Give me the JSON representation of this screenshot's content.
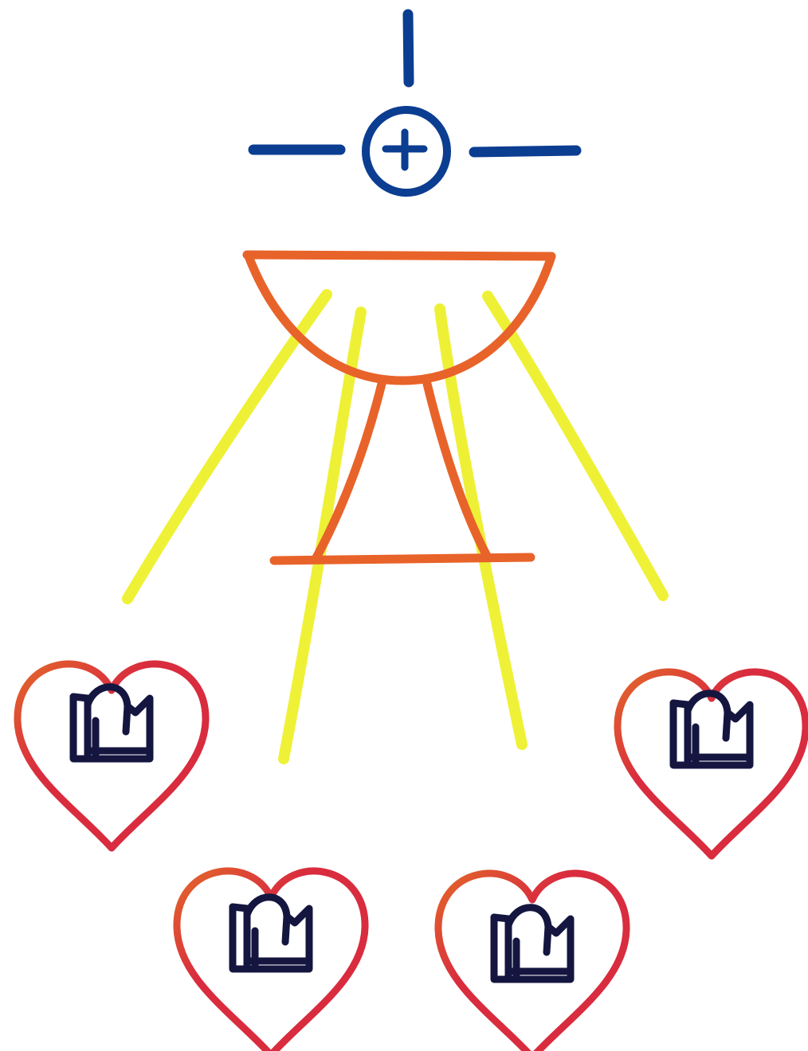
{
  "image": {
    "kind": "hand-drawn-crayon-illustration",
    "background": "#ffffff"
  },
  "colors": {
    "cross_blue": "#0b3d91",
    "chalice_orange": "#e8632a",
    "ray_yellow": "#eef02c",
    "heart_red": "#d92c3e",
    "heart_edge_orange": "#e2672a",
    "crown_navy": "#141640"
  },
  "elements": {
    "cross_symbol": "blessing-cross-with-circled-plus",
    "chalice": "chalice-with-base",
    "light_rays": "yellow-rays",
    "hearts": [
      {
        "id": "heart-top-left",
        "contains": "crown-icon"
      },
      {
        "id": "heart-top-right",
        "contains": "crown-icon"
      },
      {
        "id": "heart-bottom-left",
        "contains": "crown-icon"
      },
      {
        "id": "heart-bottom-right",
        "contains": "crown-icon"
      }
    ]
  }
}
